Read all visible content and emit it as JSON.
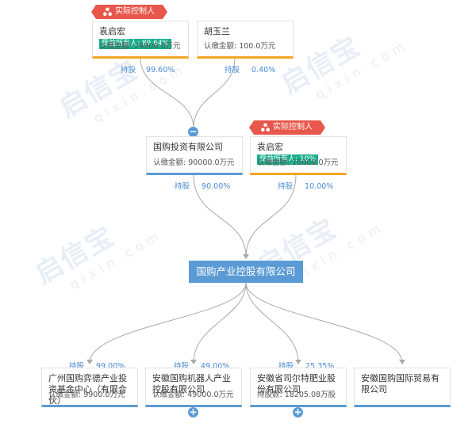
{
  "ctrl_tag": "实际控制人",
  "top_nodes": [
    {
      "name": "袁启宏",
      "badge": "受益所有人: 89.64%",
      "cap": "认缴金额: 24900.0万元"
    },
    {
      "name": "胡玉兰",
      "cap": "认缴金额: 100.0万元"
    }
  ],
  "mid_nodes": [
    {
      "name": "国购投资有限公司",
      "cap": "认缴金额: 90000.0万元"
    },
    {
      "name": "袁启宏",
      "badge": "受益所有人: 10%",
      "cap": "认缴金额: 10000.0万元"
    }
  ],
  "main_company": "国购产业控股有限公司",
  "edge_labels": {
    "e1": {
      "k": "持股",
      "v": "99.60%"
    },
    "e2": {
      "k": "持股",
      "v": "0.40%"
    },
    "e3": {
      "k": "持股",
      "v": "90.00%"
    },
    "e4": {
      "k": "持股",
      "v": "10.00%"
    },
    "e5": {
      "k": "持股",
      "v": "99.00%"
    },
    "e6": {
      "k": "持股",
      "v": "49.00%"
    },
    "e7": {
      "k": "持股",
      "v": "25.35%"
    }
  },
  "bottom_nodes": [
    {
      "name": "广州国购弈德产业投资基金中心（有限合伙）",
      "cap": "认缴金额: 9900.0万元"
    },
    {
      "name": "安徽国购机器人产业控股有限公司",
      "cap": "认缴金额: 49000.0万元"
    },
    {
      "name": "安徽省司尔特肥业股份有限公司",
      "cap": "持股数: 18205.08万股"
    },
    {
      "name": "安徽国购国际贸易有限公司",
      "cap": ""
    }
  ],
  "expand_symbols": {
    "minus": "−",
    "plus": "+"
  }
}
